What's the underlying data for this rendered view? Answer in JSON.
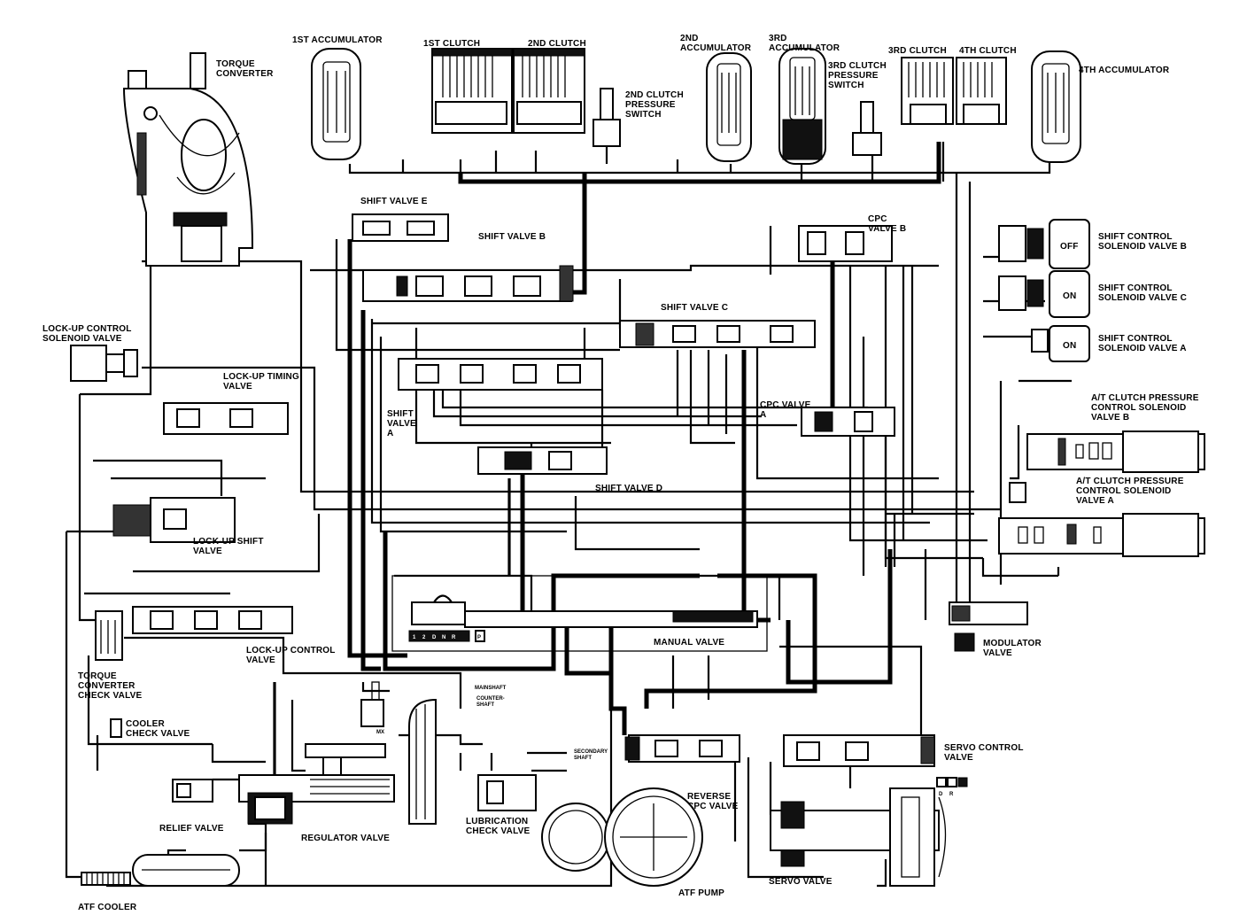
{
  "labels": {
    "torque_converter": [
      "TORQUE",
      "CONVERTER"
    ],
    "first_accumulator": "1ST ACCUMULATOR",
    "first_clutch": "1ST CLUTCH",
    "second_clutch": "2ND CLUTCH",
    "second_clutch_pressure_switch": [
      "2ND CLUTCH",
      "PRESSURE",
      "SWITCH"
    ],
    "second_accumulator": [
      "2ND",
      "ACCUMULATOR"
    ],
    "third_accumulator": [
      "3RD",
      "ACCUMULATOR"
    ],
    "third_clutch_pressure_switch": [
      "3RD CLUTCH",
      "PRESSURE",
      "SWITCH"
    ],
    "third_clutch": "3RD CLUTCH",
    "fourth_clutch": "4TH CLUTCH",
    "fourth_accumulator": "4TH ACCUMULATOR",
    "shift_valve_e": "SHIFT VALVE E",
    "shift_valve_b": "SHIFT VALVE B",
    "cpc_valve_b": [
      "CPC",
      "VALVE B"
    ],
    "shift_control_solenoid_b": [
      "SHIFT CONTROL",
      "SOLENOID VALVE B"
    ],
    "shift_control_solenoid_c": [
      "SHIFT CONTROL",
      "SOLENOID VALVE C"
    ],
    "shift_control_solenoid_a": [
      "SHIFT CONTROL",
      "SOLENOID VALVE A"
    ],
    "solenoid_b_state": "OFF",
    "solenoid_c_state": "ON",
    "solenoid_a_state": "ON",
    "lockup_control_solenoid": [
      "LOCK-UP CONTROL",
      "SOLENOID VALVE"
    ],
    "lockup_timing_valve": [
      "LOCK-UP TIMING",
      "VALVE"
    ],
    "shift_valve_c": "SHIFT VALVE C",
    "shift_valve_a": [
      "SHIFT",
      "VALVE",
      "A"
    ],
    "cpc_valve_a": [
      "CPC VALVE",
      "A"
    ],
    "at_clutch_pressure_solenoid_b": [
      "A/T CLUTCH PRESSURE",
      "CONTROL SOLENOID",
      "VALVE B"
    ],
    "at_clutch_pressure_solenoid_a": [
      "A/T CLUTCH PRESSURE",
      "CONTROL SOLENOID",
      "VALVE A"
    ],
    "shift_valve_d": "SHIFT VALVE D",
    "lockup_shift_valve": [
      "LOCK-UP SHIFT",
      "VALVE"
    ],
    "manual_valve": "MANUAL VALVE",
    "modulator_valve": [
      "MODULATOR",
      "VALVE"
    ],
    "lockup_control_valve": [
      "LOCK-UP CONTROL",
      "VALVE"
    ],
    "torque_converter_check_valve": [
      "TORQUE",
      "CONVERTER",
      "CHECK VALVE"
    ],
    "cooler_check_valve": [
      "COOLER",
      "CHECK VALVE"
    ],
    "mainshaft": "MAINSHAFT",
    "countershaft": [
      "COUNTER-",
      "SHAFT"
    ],
    "secondary_shaft": [
      "SECONDARY",
      "SHAFT"
    ],
    "servo_control_valve": [
      "SERVO CONTROL",
      "VALVE"
    ],
    "reverse_cpc_valve": [
      "REVERSE",
      "CPC VALVE"
    ],
    "relief_valve": "RELIEF VALVE",
    "regulator_valve": "REGULATOR VALVE",
    "lubrication_check_valve": [
      "LUBRICATION",
      "CHECK VALVE"
    ],
    "servo_valve": "SERVO VALVE",
    "atf_cooler": "ATF COOLER",
    "atf_pump": "ATF PUMP"
  },
  "manual_positions": [
    "1",
    "2",
    "D",
    "N",
    "R",
    "P"
  ],
  "gear_markers": [
    "D",
    "R"
  ]
}
